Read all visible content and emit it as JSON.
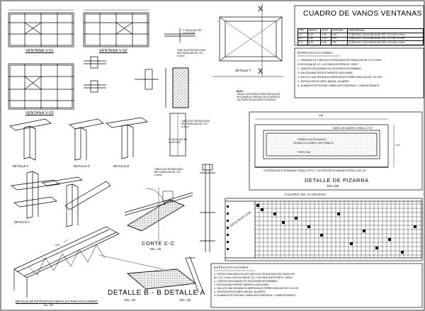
{
  "sheet": {
    "ventanas": {
      "v01_label": "VENTANA V-01",
      "v02_label": "VENTANA V-02",
      "v03_label": "VENTANA V-03",
      "angular_tee_1": "F° ANGULAR TEE",
      "angular_tee_1_dim": "2\"x1/4\"x1/8\"",
      "tubo_1": "TUBO ELECTROSOLDADO",
      "tubo_1b": "RECTANGULAR DE 1\"x2\"",
      "tubo_1c": "e=2mm",
      "detalle_f": "DETALLE F",
      "nota_title": "NOTA:",
      "nota_lines": [
        "TODAS LAS ESTRUCTURAS METALICAS",
        "INCLUIRAN AL PINTADO DE ACUERDO A",
        "LAS ESPECIFICACIONES TECNICAS"
      ]
    },
    "cuadro_vanos": {
      "title": "CUADRO DE VANOS VENTANAS",
      "headers": [
        "TIPO",
        "ANCHO",
        "ALTO",
        "ALFEIZAR",
        "DESCRIPCION"
      ],
      "rows": [
        [
          "V-1",
          "5.15",
          "1.30",
          "1.50",
          "TUBO ELEC. SOLO ANGULAR TEE 1\"x2\"x1/8\" e=2mm"
        ],
        [
          "V-2",
          "2.85",
          "1.30",
          "1.50",
          "TUBO ELEC. SOLO ANGULAR TEE 1\"x2\"x1/8\" e=2mm"
        ],
        [
          "V-3",
          "3.25",
          "1.80",
          "1.50",
          "TUBO ELEC. SOLO ANGULAR TEE 1\"x2\"x1/8\" e=2mm"
        ]
      ],
      "x_marks": [
        "X",
        "X"
      ]
    },
    "especificaciones_1": {
      "title": "ESPECIFICACIONES.-",
      "lines": [
        "1.- VENTANAS DE TUBO ELECTROSOLDADO RECTANGULAR DE 1\"x2\" e=2mm",
        "     CON PLATINA DE 1/2\" x 1/8\" PARA SOPORTAR EL VIDRIO",
        "2.- CUENTA CON ACABADO DE SOLDADURA SIN REBABAS",
        "     Y CON ESQUINAS PERFECTAMENTE A ESCUADRA",
        "3.- INCLUYE UNA VENTANA DE ABERTURA DE FIERRO ANGULAR DE 1\"x1\"x1/8\"",
        "4.- INSTALACION EN OBRA, MANIJA, JALADERA",
        "5.- ACABADOS DE PINTURA 1 MANO ANTICORROSIVA + 2 MANOS ESMALTE"
      ]
    },
    "detalles": {
      "detalle_c": "DETALLE C",
      "detalle_d": "DETALLE D",
      "detalle_e": "DETALLE E",
      "detalle_a": "DETALLE A",
      "tubo_2": "TUBO ELECTROSOLDADO",
      "tubo_2b": "RECTANGULAR DE 1\"x2\"",
      "tubo_2c": "e=2mm",
      "angular_tee_2": "F° ANGULAR TEE",
      "angular_tee_2_dim": "2\"x1/4\"x1/8\"",
      "tubo_3": "TUBO ELECTROSOLDADO",
      "tubo_3b": "RECTANGULAR DE 1\"x2\"",
      "tubo_3c": "e=2mm"
    },
    "pizarra": {
      "dim_top": "4.60",
      "dim_right": "1.20",
      "label_marco": "MARCO DE MADERA TORNILLO 2\"x2\"",
      "label_formica": "FORMICA COLOR BLANCO",
      "label_pegada": "PEGADO A LA PARED CON TORNILLO",
      "label_portatiza": "PORTA TIZA",
      "label_bottom": "CONTRAZOCALO DE MADERA TORNILLO DE 6\" Y 1/2 ESPESOR DE MADERA TORNILLO DE 2x3\"",
      "title": "DETALLE DE PIZARRA",
      "scale": "Esc 1/25"
    },
    "acabados": {
      "title": "CUADRO DE ACABADOS",
      "side_label": "DESCRIPCION"
    },
    "corte": {
      "title": "CORTE C-C",
      "scale": "Esc. 1/5"
    },
    "detalle_b": {
      "title": "DETALLE B - B DETALLE A",
      "scale_left": "Esc. 1/5",
      "scale_right": "Esc. 1/5",
      "dim": "3.43"
    },
    "especificaciones_2": {
      "title": "ESPECIFICACIONES.-",
      "lines": [
        "1.- ESTRUCTURA METALICA DE TUBO ELECTROSOLDADO RECTANGULAR",
        "     DE 1\"x2\" e=2mm CON PLATINA DE 1/2\" x 1/8\" PARA SOPORTAR EL VIDRIO",
        "2.- CUENTA CON ACABADO DE SOLDADURA SIN REBABAS",
        "     Y CON ESQUINAS PERFECTAMENTE A ESCUADRA",
        "3.- INCLUYE UNA VENTANA DE ABERTURA DE FIERRO ANGULAR DE 1\"x1\"x1/8\"",
        "4.- INSTALACION EN OBRA, MANIJA, JALADERA",
        "5.- ACABADOS DE PINTURA 1 MANO ANTICORROSIVA + 2 MANOS ESMALTE"
      ]
    },
    "footer": {
      "caption": "DETALLE DE ESTRUCTURA METALICA PARA TEJA ANDINA",
      "scale": "Esc. 1/20"
    }
  }
}
